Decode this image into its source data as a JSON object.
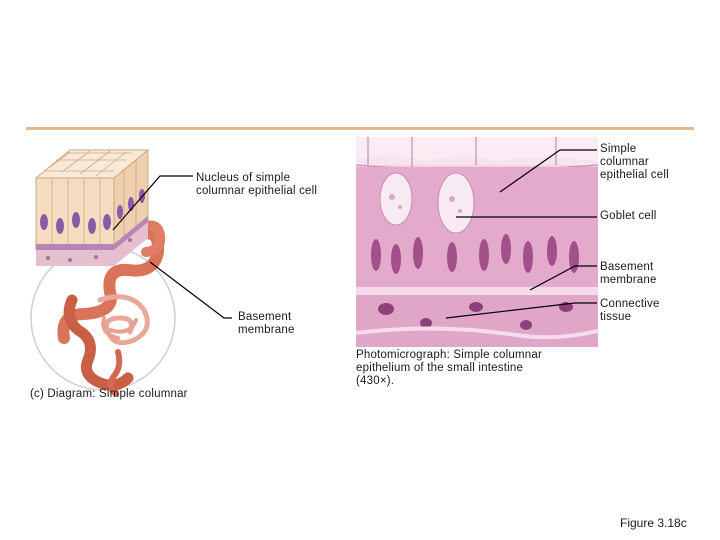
{
  "labels": {
    "nucleus": "Nucleus of simple columnar epithelial cell",
    "basement_left": "Basement membrane",
    "diagram_caption": "(c) Diagram: Simple columnar",
    "simple_columnar": "Simple columnar epithelial cell",
    "goblet": "Goblet cell",
    "basement_right": "Basement membrane",
    "connective": "Connective tissue",
    "photo_caption": "Photomicrograph: Simple columnar epithelium of the small intestine (430×).",
    "figure": "Figure 3.18c"
  },
  "colors": {
    "rule": "#e2b98f",
    "cell_fill": "#f4dcc0",
    "nucleus": "#8a5aa6",
    "intestine": "#d9745a",
    "tissue_pink": "#dba6c6"
  }
}
